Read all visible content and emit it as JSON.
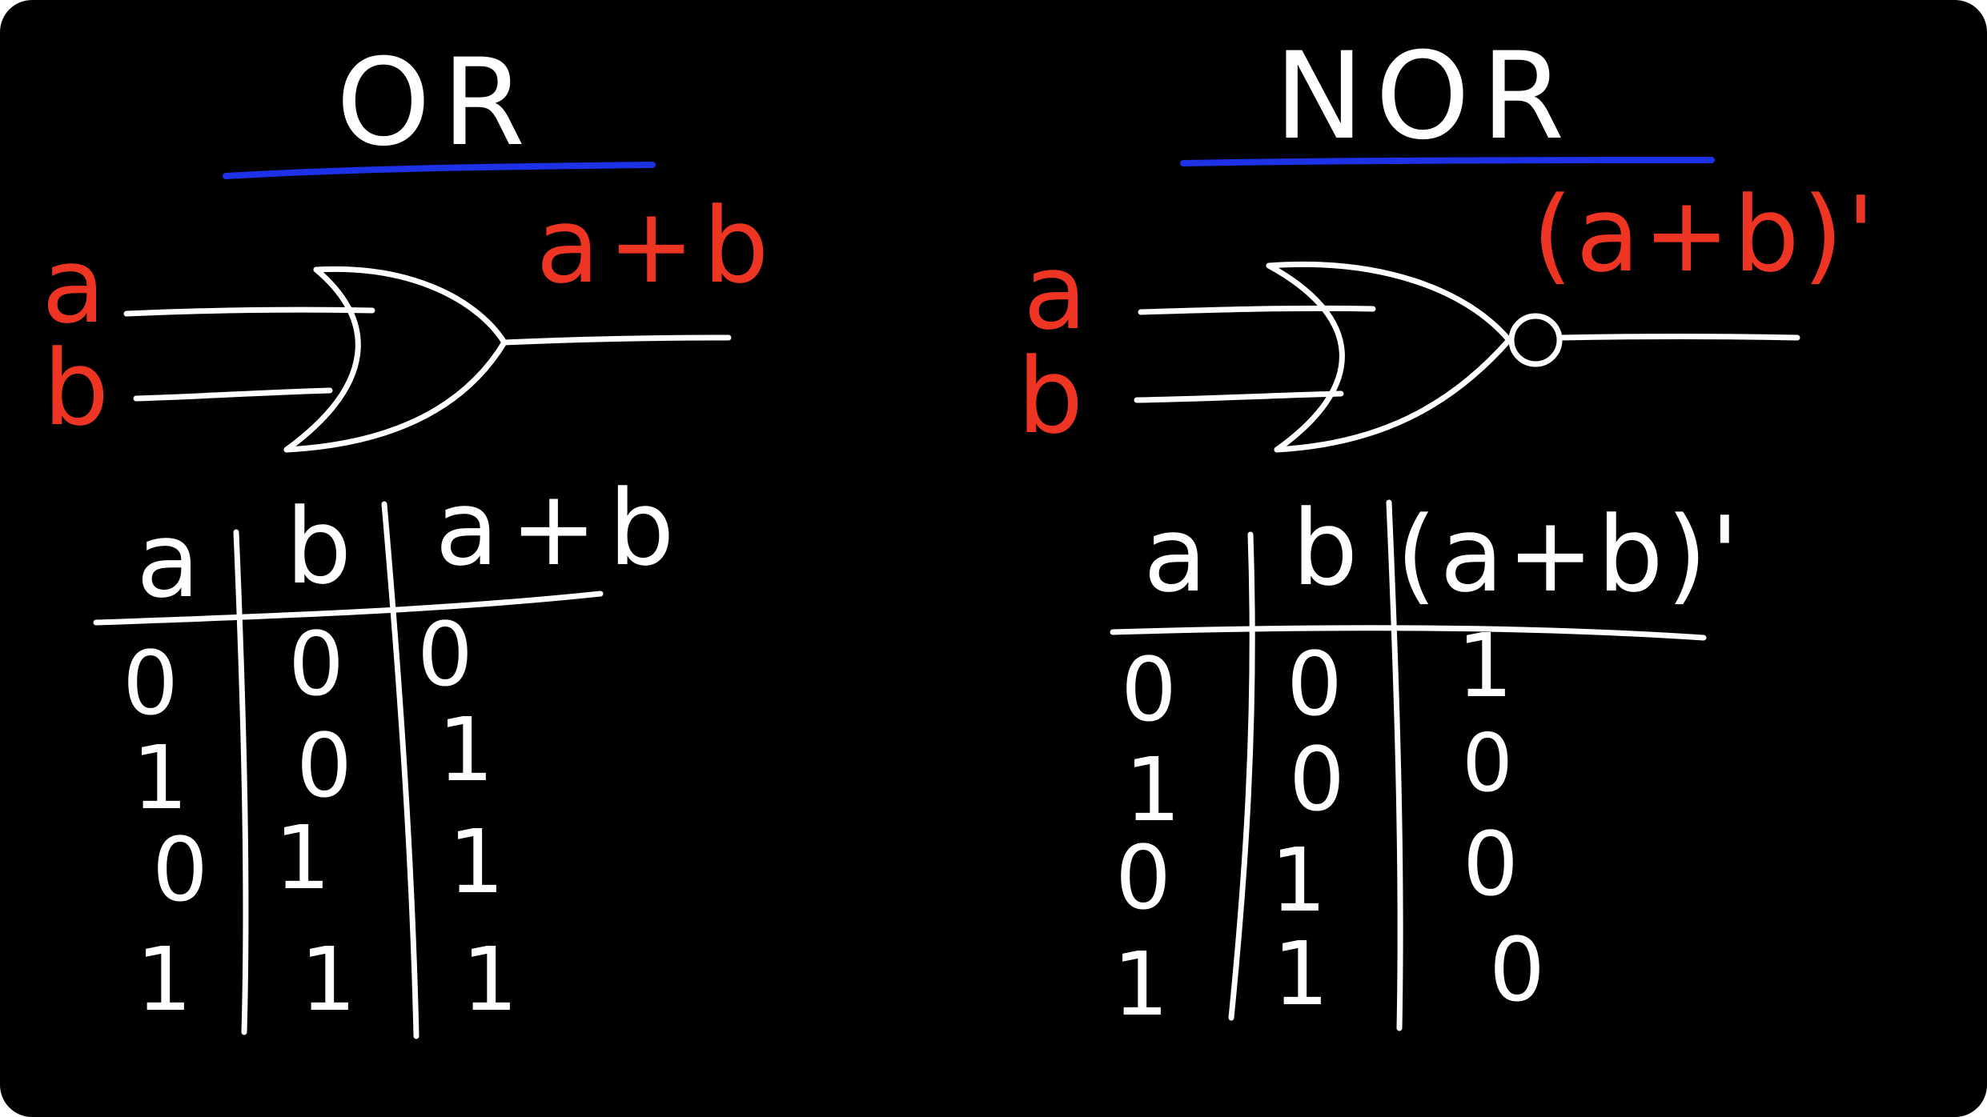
{
  "panels": {
    "or": {
      "title": "OR",
      "input_a": "a",
      "input_b": "b",
      "output": "a+b",
      "table": {
        "headers": [
          "a",
          "b",
          "a+b"
        ],
        "rows": [
          [
            "0",
            "0",
            "0"
          ],
          [
            "1",
            "0",
            "1"
          ],
          [
            "0",
            "1",
            "1"
          ],
          [
            "1",
            "1",
            "1"
          ]
        ]
      }
    },
    "nor": {
      "title": "NOR",
      "input_a": "a",
      "input_b": "b",
      "output": "(a+b)'",
      "table": {
        "headers": [
          "a",
          "b",
          "(a+b)'"
        ],
        "rows": [
          [
            "0",
            "0",
            "1"
          ],
          [
            "1",
            "0",
            "0"
          ],
          [
            "0",
            "1",
            "0"
          ],
          [
            "1",
            "1",
            "0"
          ]
        ]
      }
    }
  },
  "colors": {
    "background": "#000000",
    "chalk": "#ffffff",
    "label": "#ee3524",
    "underline": "#1d31e6"
  }
}
